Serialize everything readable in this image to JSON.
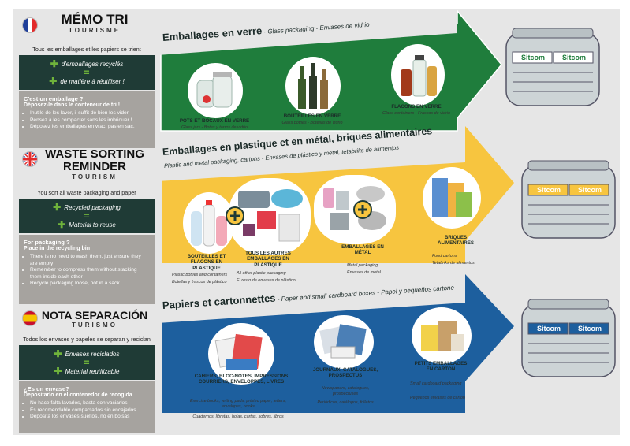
{
  "colors": {
    "green": "#1f7d3c",
    "yellow": "#f7c53f",
    "blue": "#1d5f9e",
    "dark": "#1f3b36",
    "accent": "#6fb33b",
    "gray": "#a6a39f"
  },
  "fr": {
    "title": "MÉMO TRI",
    "subtitle": "TOURISME",
    "intro": "Tous les emballages et les papiers se trient",
    "line1": "d'emballages recyclés",
    "line2": "de matière à réutiliser !",
    "q": "C'est un emballage ?",
    "q2": "Déposez-le dans le conteneur de tri !",
    "bullets": [
      "Inutile de les laver, il suffit de bien les vider.",
      "Pensez à les compacter sans les imbriquer !",
      "Déposez les emballages en vrac, pas en sac."
    ]
  },
  "en": {
    "title1": "WASTE SORTING",
    "title2": "REMINDER",
    "subtitle": "TOURISM",
    "intro": "You sort all waste packaging and paper",
    "line1": "Recycled packaging",
    "line2": "Material to reuse",
    "q": "For packaging ?",
    "q2": "Place in the recycling bin",
    "bullets": [
      "There is no need to wash them, just ensure they are empty",
      "Remember to compress them without stacking them inside each other",
      "Recycle packaging loose, not in a sack"
    ]
  },
  "es": {
    "title": "NOTA SEPARACIÓN",
    "subtitle": "TURISMO",
    "intro": "Todos los envases y papeles se separan y reciclan",
    "line1": "Envases reciclados",
    "line2": "Material reutilizable",
    "q": "¿Es un envase?",
    "q2": "Depositarlo en el contenedor de recogida",
    "bullets": [
      "No hace falta lavarlos, basta con vaciarlos",
      "Es recomendable compactarlos sin encajarlos",
      "Deposita los envases sueltos, no en bolsas"
    ]
  },
  "glass": {
    "title": "Emballages en verre",
    "sub": " - Glass packaging - Envases de vidrio",
    "items": [
      {
        "label": "POTS ET BOCAUX EN VERRE",
        "sub": "Glass jars - Botes y tarros de vidrio"
      },
      {
        "label": "BOUTEILLES EN VERRE",
        "sub": "Glass bottles - Botellas de vidrio"
      },
      {
        "label": "FLACONS EN VERRE",
        "sub": "Glass containers - Frascos de vidrio"
      }
    ]
  },
  "plastic": {
    "title": "Emballages en plastique et en métal, briques alimentaires",
    "sub": "Plastic and metal packaging, cartons - Envases de plástico y metal, tetabriks de alimentos",
    "items": [
      {
        "label": "BOUTEILLES ET FLACONS EN PLASTIQUE",
        "sub1": "Plastic bottles and containers",
        "sub2": "Botellas y frascos de plástico"
      },
      {
        "label": "TOUS LES AUTRES EMBALLAGES EN PLASTIQUE",
        "sub1": "All other plastic packaging",
        "sub2": "El resto de envases de plástico"
      },
      {
        "label": "EMBALLAGES EN MÉTAL",
        "sub1": "Metal packaging",
        "sub2": "Envases de metal"
      },
      {
        "label": "BRIQUES ALIMENTAIRES",
        "sub1": "Food cartons",
        "sub2": "Tetabriks de alimentos"
      }
    ]
  },
  "paper": {
    "title": "Papiers et cartonnettes",
    "sub": " - Paper and small cardboard boxes - Papel y pequeños cartone",
    "items": [
      {
        "label": "CAHIERS, BLOC-NOTES, IMPRESSIONS COURRIERS, ENVELOPPES, LIVRES",
        "sub1": "Exercise books, writing pads, printed paper, letters, envelopes, books",
        "sub2": "Cuadernos, libretas, hojas, cartas, sobres, libros"
      },
      {
        "label": "JOURNAUX, CATALOGUES, PROSPECTUS",
        "sub1": "Newspapers, catalogues, prospectuses",
        "sub2": "Periódicos, catálogos, folletos"
      },
      {
        "label": "PETITS EMBALLAGES EN CARTON",
        "sub1": "Small cardboard packaging",
        "sub2": "Pequeños envases de cartón"
      }
    ]
  },
  "bin": {
    "brand": "Sitcom"
  }
}
